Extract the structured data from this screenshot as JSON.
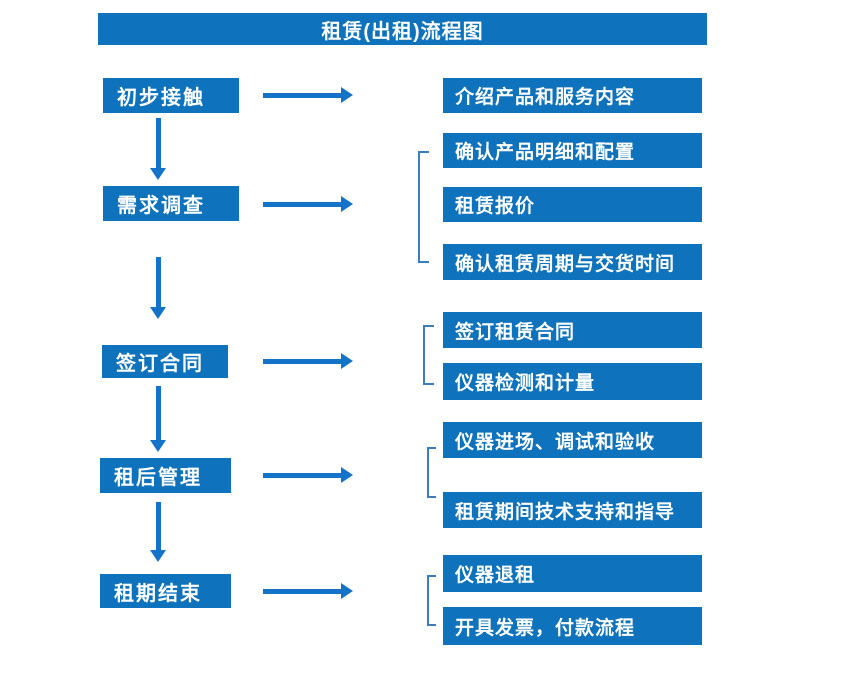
{
  "title": "租赁(出租)流程图",
  "colors": {
    "box_blue": "#0E72BC",
    "arrow_blue": "#1373C8",
    "bracket_blue": "#3A7EBF",
    "text_white": "#FFFFFF",
    "background": "#FFFFFF"
  },
  "flow": {
    "steps": [
      {
        "label": "初步接触",
        "details": [
          "介绍产品和服务内容"
        ]
      },
      {
        "label": "需求调查",
        "details": [
          "确认产品明细和配置",
          "租赁报价",
          "确认租赁周期与交货时间"
        ]
      },
      {
        "label": "签订合同",
        "details": [
          "签订租赁合同",
          "仪器检测和计量"
        ]
      },
      {
        "label": "租后管理",
        "details": [
          "仪器进场、调试和验收",
          "租赁期间技术支持和指导"
        ]
      },
      {
        "label": "租期结束",
        "details": [
          "仪器退租",
          "开具发票，付款流程"
        ]
      }
    ]
  }
}
